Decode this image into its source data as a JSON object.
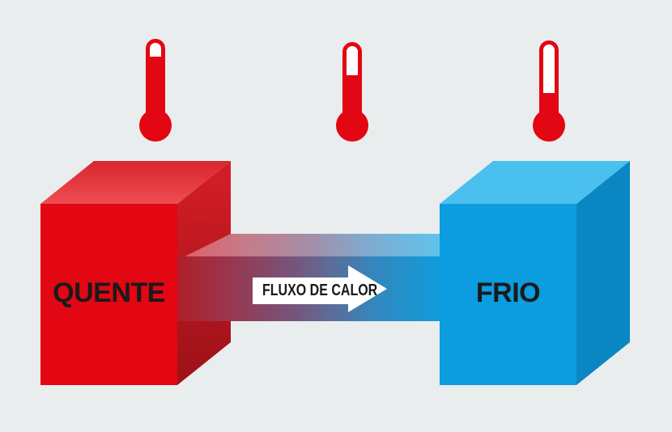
{
  "labels": {
    "hot": "QUENTE",
    "cold": "FRIO",
    "flow": "FLUXO DE CALOR"
  },
  "colors": {
    "background": "#e9edee",
    "hot_front": "#e30613",
    "cold_front": "#0c9ce0",
    "thermometer": "#e30613",
    "arrow_fill": "#ffffff",
    "text": "#1a1a1a"
  },
  "thermometers": [
    {
      "id": "hot-side",
      "fill_percent": 80
    },
    {
      "id": "middle",
      "fill_percent": 58
    },
    {
      "id": "cold-side",
      "fill_percent": 30
    }
  ]
}
